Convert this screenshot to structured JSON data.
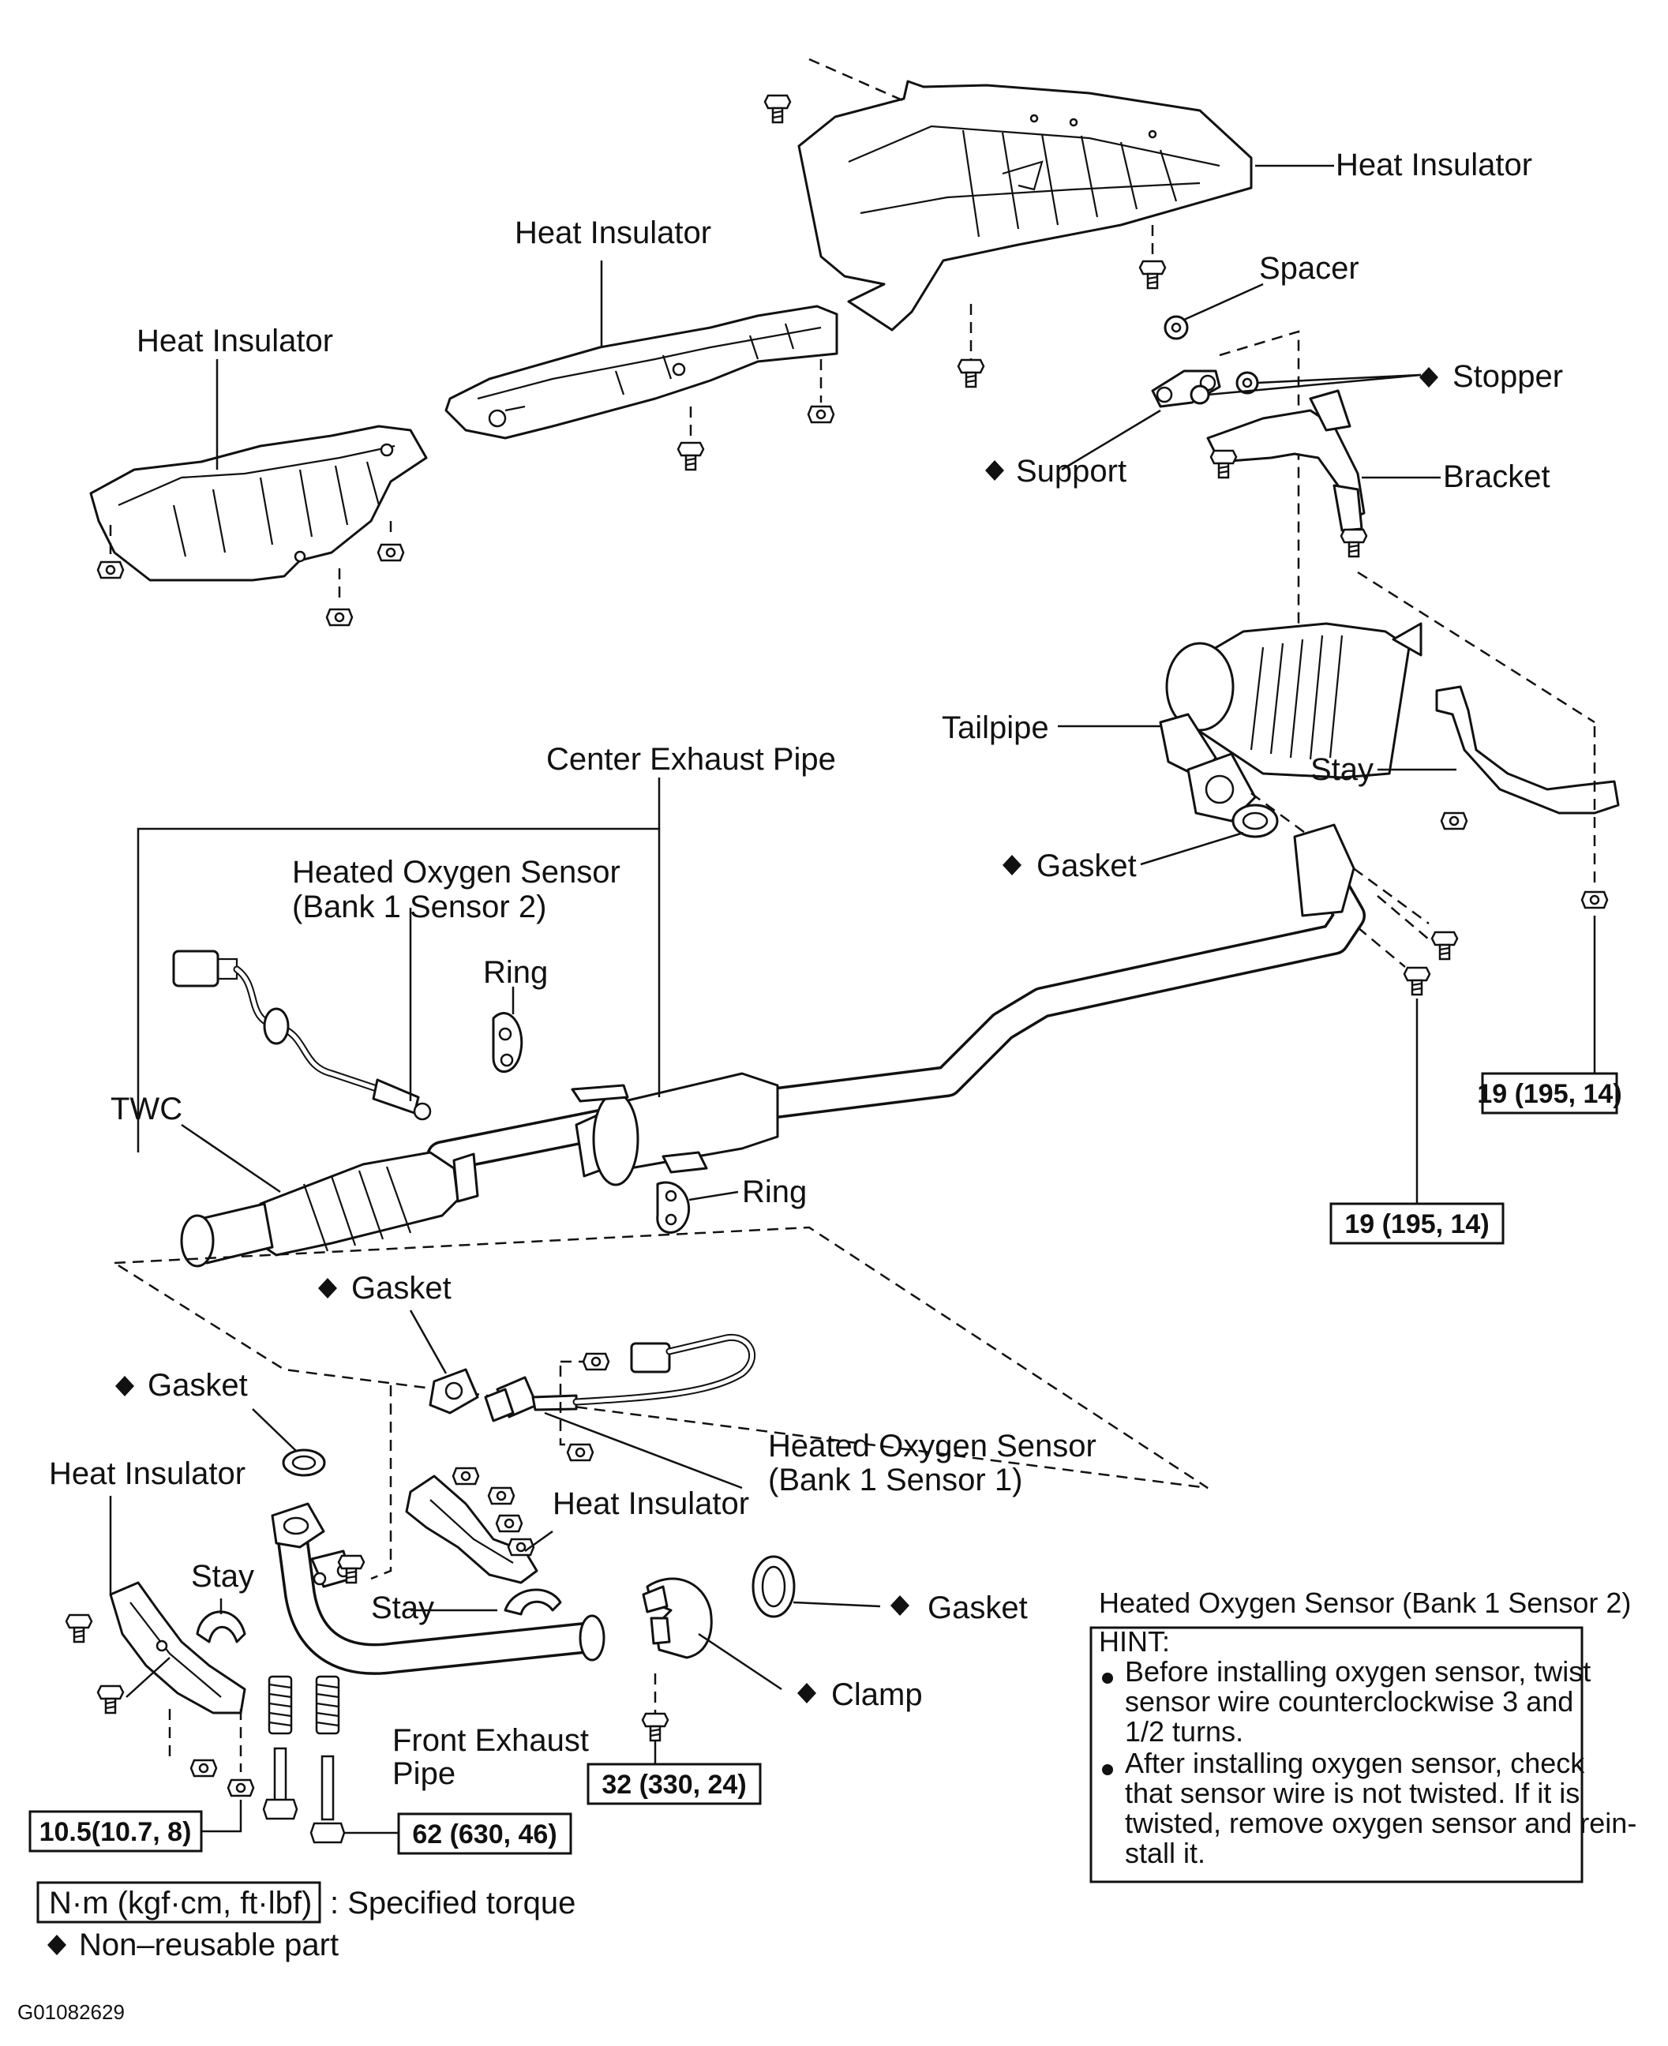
{
  "labels": {
    "heat_insulator_rear": "Heat Insulator",
    "heat_insulator_center": "Heat Insulator",
    "heat_insulator_left": "Heat Insulator",
    "spacer": "Spacer",
    "stopper": "Stopper",
    "support": "Support",
    "bracket": "Bracket",
    "tailpipe": "Tailpipe",
    "stay_rear": "Stay",
    "center_exhaust_pipe": "Center Exhaust Pipe",
    "ho2s_bank1_sensor2_line1": "Heated Oxygen Sensor",
    "ho2s_bank1_sensor2_line2": "(Bank 1 Sensor 2)",
    "ring_upper": "Ring",
    "gasket_tailpipe": "Gasket",
    "twc": "TWC",
    "ring_lower": "Ring",
    "gasket_upper_front": "Gasket",
    "gasket_front_left": "Gasket",
    "heat_insulator_front_left": "Heat Insulator",
    "ho2s_bank1_sensor1_line1": "Heated Oxygen Sensor",
    "ho2s_bank1_sensor1_line2": "(Bank 1 Sensor 1)",
    "heat_insulator_front": "Heat Insulator",
    "stay_front_left": "Stay",
    "stay_front_center": "Stay",
    "gasket_clamp": "Gasket",
    "clamp": "Clamp",
    "front_exhaust_pipe_line1": "Front Exhaust",
    "front_exhaust_pipe_line2": "Pipe"
  },
  "torques": {
    "tailpipe_stay_nut": "19 (195, 14)",
    "tailpipe_bolt": "19 (195, 14)",
    "clamp_bolt": "32 (330, 24)",
    "heat_insulator_bolt": "10.5(10.7, 8)",
    "front_pipe_bolt": "62 (630, 46)"
  },
  "hint": {
    "title": "Heated Oxygen Sensor (Bank 1 Sensor 2)",
    "heading": "HINT:",
    "items": [
      [
        "Before installing oxygen sensor, twist",
        "sensor wire counterclockwise 3 and",
        "1/2 turns."
      ],
      [
        "After installing oxygen sensor, check",
        "that sensor wire is not twisted. If it is",
        "twisted, remove oxygen sensor and rein-",
        "stall it."
      ]
    ]
  },
  "legend": {
    "torque_unit": "N·m (kgf·cm, ft·lbf)",
    "torque_text": ": Specified torque",
    "non_reusable": "Non–reusable part"
  },
  "figure_id": "G01082629"
}
